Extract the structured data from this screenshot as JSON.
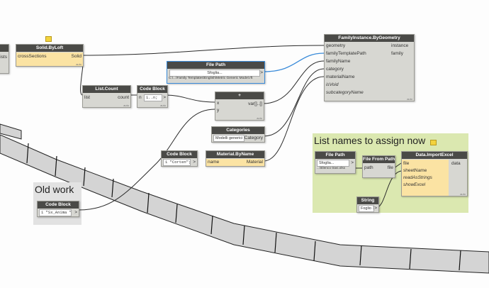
{
  "nodes": {
    "solid_byloft": {
      "title": "Solid.ByLoft",
      "in": "crossSections",
      "out": "Solid",
      "auto": "auto"
    },
    "left_stub": {
      "out": "lists"
    },
    "list_count": {
      "title": "List.Count",
      "in": "list",
      "out": "count",
      "auto": "auto"
    },
    "code_block_range": {
      "title": "Code Block",
      "in": "n",
      "code": "1..n;",
      "out": ">",
      "auto": "auto"
    },
    "file_path_top": {
      "title": "File Path",
      "button": "Sfoglia...",
      "path": "C:\\...\\Family Templates\\English\\Metric Generic Model.rft",
      "out": ">"
    },
    "plus": {
      "title": "+",
      "in_x": "x",
      "in_y": "y",
      "out": "var[]..[]",
      "auto": "auto"
    },
    "categories": {
      "title": "Categories",
      "value": "Modelli generici",
      "out": "Category"
    },
    "code_block_corten": {
      "title": "Code Block",
      "code": "1 \"Corten\";",
      "out": ">"
    },
    "material_byname": {
      "title": "Material.ByName",
      "in": "name",
      "out": "Material",
      "auto": "auto"
    },
    "family_instance": {
      "title": "FamilyInstance.ByGeometry",
      "inputs": [
        "geometry",
        "familyTemplatePath",
        "familyName",
        "category",
        "materialName",
        "isVoid",
        "subcategoryName"
      ],
      "outputs": [
        "instance",
        "family"
      ],
      "auto": "auto"
    },
    "code_block_old": {
      "title": "Code Block",
      "code": "1 \"Sx_Anima \";",
      "out": ">"
    },
    "file_path_group": {
      "title": "File Path",
      "button": "Sfoglia...",
      "path": "...\\Elenco travi.xlsx",
      "out": ">"
    },
    "file_from_path": {
      "title": "File From Path",
      "in": "path",
      "out": "file"
    },
    "string_node": {
      "title": "String",
      "value": "Foglio 1",
      "out": ">"
    },
    "data_import_excel": {
      "title": "Data.ImportExcel",
      "inputs": [
        "file",
        "sheetName",
        "readAsStrings",
        "showExcel"
      ],
      "out": "data",
      "auto": "auto"
    }
  },
  "groups": {
    "list_names": {
      "title": "List names to assign now",
      "color": "#dbe8b0"
    },
    "old_work": {
      "title": "Old work",
      "color": "#e0e0e0"
    }
  },
  "colors": {
    "header": "#4a4a47",
    "node_body": "#d7d7d2",
    "wire": "#2b2b2b",
    "selected_wire": "#3a8bd9",
    "beam_fill": "#d4d4d4"
  }
}
